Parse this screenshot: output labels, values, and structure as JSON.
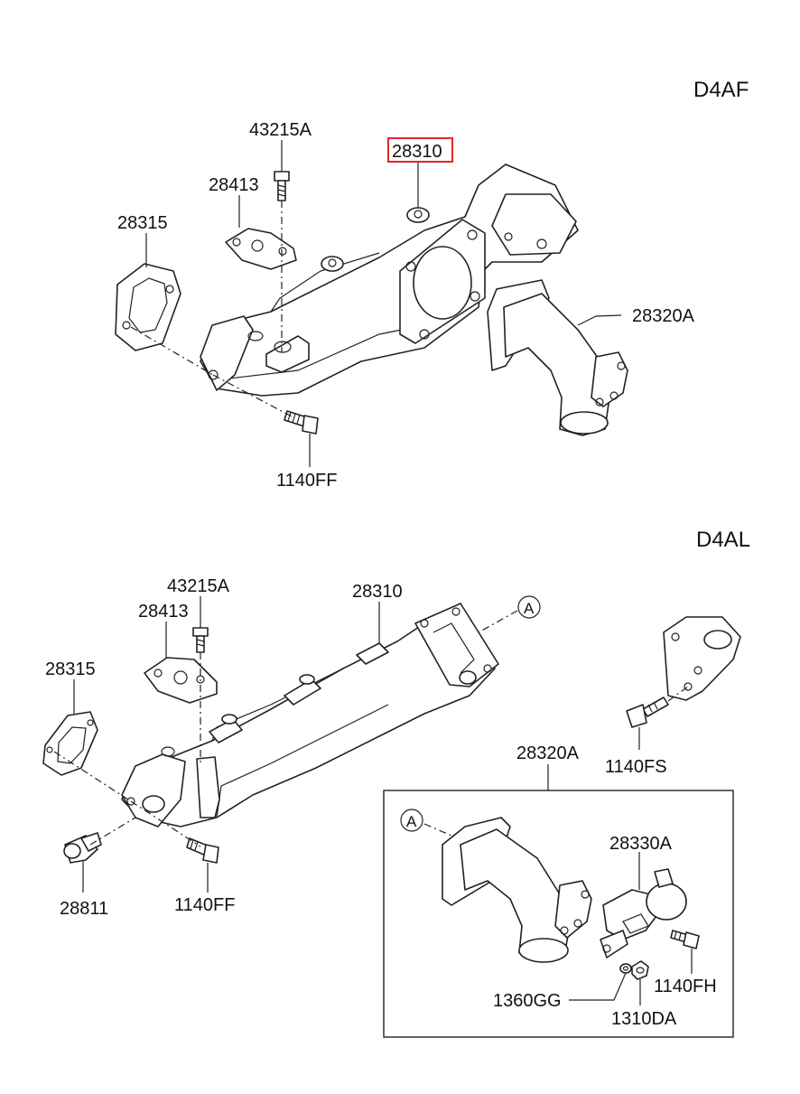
{
  "sections": {
    "top": {
      "engine": "D4AF"
    },
    "bottom": {
      "engine": "D4AL"
    }
  },
  "highlight_color": "#e0262a",
  "top_labels": {
    "bolt_43215a": "43215A",
    "manifold_28310": "28310",
    "bracket_28413": "28413",
    "gasket_28315": "28315",
    "pipe_28320a": "28320A",
    "bolt_1140ff": "1140FF"
  },
  "bottom_labels": {
    "bolt_43215a": "43215A",
    "bracket_28413": "28413",
    "manifold_28310": "28310",
    "gasket_28315": "28315",
    "ref_a": "A",
    "bolt_1140fs": "1140FS",
    "pipe_28320a": "28320A",
    "sensor_28811": "28811",
    "bolt_1140ff": "1140FF",
    "ref_a_inset": "A",
    "valve_28330a": "28330A",
    "bolt_1140fh": "1140FH",
    "washer_1360gg": "1360GG",
    "nut_1310da": "1310DA"
  }
}
